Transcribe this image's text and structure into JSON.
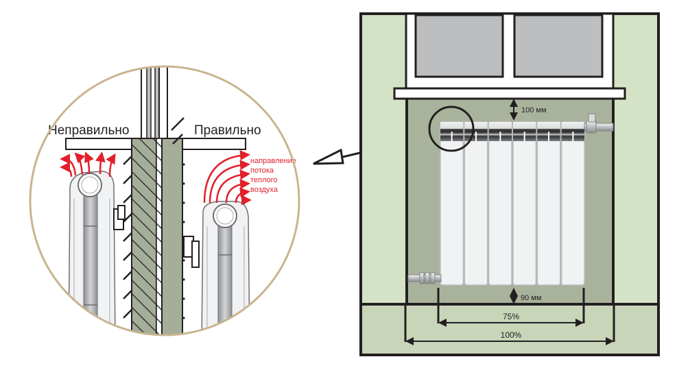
{
  "diagram": {
    "title": "Radiator installation: correct and incorrect placement under a window sill",
    "detail_view": {
      "label_incorrect": "Неправильно",
      "label_correct": "Правильно",
      "airflow_note": [
        "направление",
        "потока",
        "теплого",
        "воздуха"
      ]
    },
    "front_view": {
      "gap_top": "100 мм",
      "gap_bottom": "90 мм",
      "width_radiator": "75%",
      "width_niche": "100%",
      "radiator_sections": 6
    },
    "colors": {
      "wall_light": "#d4e2c6",
      "niche": "#a9b39c",
      "floor": "#c8d5b9",
      "glass": "#bcbec0",
      "outline": "#231f20",
      "wall_section": "#a4ae99",
      "airflow": "#e2202b",
      "detail_ring": "#c8b48f",
      "radiator_body": "#f1f2f3"
    }
  }
}
